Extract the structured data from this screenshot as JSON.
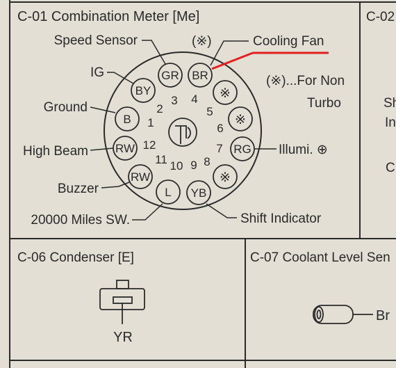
{
  "panels": {
    "c01": {
      "title": "C-01 Combination Meter [Me]",
      "labels": {
        "speed_sensor": "Speed Sensor",
        "ig": "IG",
        "ground": "Ground",
        "high_beam": "High Beam",
        "buzzer": "Buzzer",
        "miles_sw": "20000 Miles SW.",
        "cooling_fan": "Cooling Fan",
        "cooling_fan_mark": "(※)",
        "note_line1": "(※)...For Non",
        "note_line2": "Turbo",
        "illumi": "Illumi. ⊕",
        "shift_indicator": "Shift Indicator"
      },
      "pins": {
        "p1": {
          "number": "1",
          "wire": "B"
        },
        "p2": {
          "number": "2",
          "wire": "BY"
        },
        "p3": {
          "number": "3",
          "wire": "GR"
        },
        "p4": {
          "number": "4",
          "wire": "BR"
        },
        "p5": {
          "number": "5",
          "wire": "※"
        },
        "p6": {
          "number": "6",
          "wire": "※"
        },
        "p7": {
          "number": "7",
          "wire": "RG"
        },
        "p8": {
          "number": "8",
          "wire": "YB"
        },
        "p9": {
          "number": "9",
          "wire": ""
        },
        "p10": {
          "number": "10",
          "wire": "L"
        },
        "p11": {
          "number": "11",
          "wire": "RW"
        },
        "p12": {
          "number": "12",
          "wire": "RW"
        },
        "p_extra": {
          "wire": "※"
        }
      }
    },
    "c02": {
      "title": "C-02",
      "fragments": [
        "Sh",
        "In",
        "C"
      ]
    },
    "c06": {
      "title": "C-06 Condenser [E]",
      "wire": "YR"
    },
    "c07": {
      "title": "C-07 Coolant Level Sen",
      "wire": "Br"
    }
  },
  "colors": {
    "paper": "#e3dfd5",
    "ink": "#2a2a2a",
    "highlight": "#e32020"
  }
}
